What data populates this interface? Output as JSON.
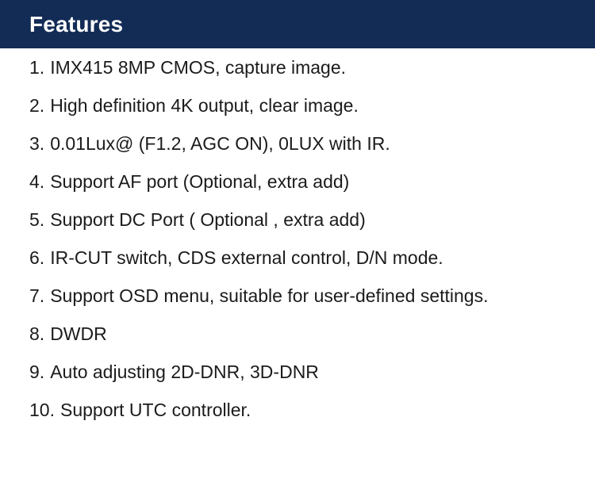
{
  "header": {
    "title": "Features",
    "background_color": "#132C56",
    "text_color": "#FFFFFF"
  },
  "page": {
    "background_color": "#FFFFFF",
    "text_color": "#1B1B1B"
  },
  "features": [
    {
      "number": "1.",
      "text": "IMX415 8MP CMOS, capture image."
    },
    {
      "number": "2.",
      "text": "High definition 4K output, clear image."
    },
    {
      "number": "3.",
      "text": "0.01Lux@ (F1.2, AGC ON), 0LUX with IR."
    },
    {
      "number": "4.",
      "text": "Support AF port (Optional, extra add)"
    },
    {
      "number": "5.",
      "text": "Support DC Port ( Optional , extra add)"
    },
    {
      "number": "6.",
      "text": "IR-CUT switch, CDS external control, D/N mode."
    },
    {
      "number": "7.",
      "text": "Support OSD menu, suitable for user-defined settings."
    },
    {
      "number": "8.",
      "text": "DWDR"
    },
    {
      "number": "9.",
      "text": "Auto adjusting 2D-DNR, 3D-DNR"
    },
    {
      "number": "10.",
      "text": "Support UTC controller."
    }
  ]
}
